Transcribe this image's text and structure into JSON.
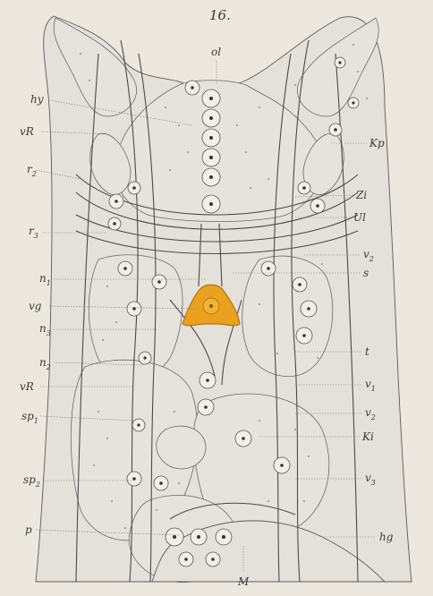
{
  "figure_number": "16.",
  "labels": {
    "ol": "ol",
    "hy": "hy",
    "vR_top": "vR",
    "r2": "r",
    "r2_sub": "2",
    "r3": "r",
    "r3_sub": "3",
    "n1": "n",
    "n1_sub": "1",
    "vg": "vg",
    "n3": "n",
    "n3_sub": "3",
    "n2": "n",
    "n2_sub": "2",
    "vR_bottom": "vR",
    "sp1": "sp",
    "sp1_sub": "1",
    "sp2": "sp",
    "sp2_sub": "2",
    "p": "p",
    "Kp": "Kp",
    "Zi": "Zi",
    "Ul": "Ul",
    "v2_top": "v",
    "v2_top_sub": "2",
    "s": "s",
    "t": "t",
    "v1": "v",
    "v1_sub": "1",
    "v2": "v",
    "v2_sub": "2",
    "Ki": "Ki",
    "v3": "v",
    "v3_sub": "3",
    "hg": "hg",
    "M": "M"
  },
  "colors": {
    "paper": "#ece8df",
    "tissue": "#e4e1da",
    "ganglion_highlight": "#e8a21f",
    "ganglion_edge": "#b8740a",
    "ink": "#3a3a3a"
  }
}
